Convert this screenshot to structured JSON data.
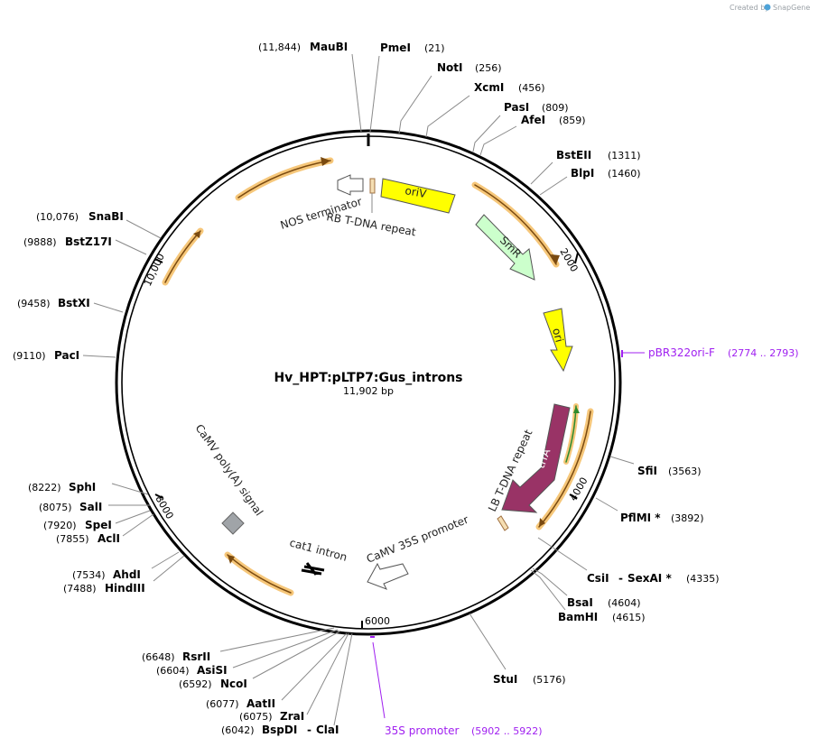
{
  "credit": {
    "text": "Created by",
    "brand": "SnapGene"
  },
  "plasmid": {
    "name": "Hv_HPT:pLTP7:Gus_introns",
    "length": "11,902 bp"
  },
  "ticks": [
    "2000",
    "4000",
    "6000",
    "8000",
    "10,000"
  ],
  "sites": [
    {
      "name": "MauBI",
      "pos": "(11,844)"
    },
    {
      "name": "PmeI",
      "pos": "(21)"
    },
    {
      "name": "NotI",
      "pos": "(256)"
    },
    {
      "name": "XcmI",
      "pos": "(456)"
    },
    {
      "name": "PasI",
      "pos": "(809)"
    },
    {
      "name": "AfeI",
      "pos": "(859)"
    },
    {
      "name": "BstEII",
      "pos": "(1311)"
    },
    {
      "name": "BlpI",
      "pos": "(1460)"
    },
    {
      "name": "SfiI",
      "pos": "(3563)"
    },
    {
      "name": "PflMI *",
      "pos": "(3892)"
    },
    {
      "name": "CsiI",
      "sep": "-",
      "name2": "SexAI *",
      "pos": "(4335)"
    },
    {
      "name": "BsaI",
      "pos": "(4604)"
    },
    {
      "name": "BamHI",
      "pos": "(4615)"
    },
    {
      "name": "StuI",
      "pos": "(5176)"
    },
    {
      "name": "RsrII",
      "pos": "(6648)"
    },
    {
      "name": "AsiSI",
      "pos": "(6604)"
    },
    {
      "name": "NcoI",
      "pos": "(6592)"
    },
    {
      "name": "AatII",
      "pos": "(6077)"
    },
    {
      "name": "ZraI",
      "pos": "(6075)"
    },
    {
      "name": "BspDI",
      "sep": "-",
      "name2": "ClaI",
      "pos": "(6042)"
    },
    {
      "name": "AhdI",
      "pos": "(7534)"
    },
    {
      "name": "HindIII",
      "pos": "(7488)"
    },
    {
      "name": "SphI",
      "pos": "(8222)"
    },
    {
      "name": "SalI",
      "pos": "(8075)"
    },
    {
      "name": "SpeI",
      "pos": "(7920)"
    },
    {
      "name": "AclI",
      "pos": "(7855)"
    },
    {
      "name": "PacI",
      "pos": "(9110)"
    },
    {
      "name": "BstXI",
      "pos": "(9458)"
    },
    {
      "name": "BstZ17I",
      "pos": "(9888)"
    },
    {
      "name": "SnaBI",
      "pos": "(10,076)"
    }
  ],
  "primers": [
    {
      "name": "pBR322ori-F",
      "range": "(2774 .. 2793)"
    },
    {
      "name": "35S promoter",
      "range": "(5902 .. 5922)"
    }
  ],
  "features": [
    {
      "name": "oriV",
      "color": "#ffff00"
    },
    {
      "name": "SmR",
      "color": "#ccffcc"
    },
    {
      "name": "ori",
      "color": "#ffff00"
    },
    {
      "name": "trfA",
      "color": "#993366"
    },
    {
      "name": "LB T-DNA repeat",
      "color": "#f5deb3"
    },
    {
      "name": "CaMV 35S promoter",
      "color": "#ffffff"
    },
    {
      "name": "cat1 intron",
      "color": "#000000"
    },
    {
      "name": "CaMV poly(A) signal",
      "color": "#a0a4a8"
    },
    {
      "name": "NOS terminator",
      "color": "#ffffff"
    },
    {
      "name": "RB T-DNA repeat",
      "color": "#f5deb3"
    }
  ],
  "orf_color": "#f4a22a"
}
